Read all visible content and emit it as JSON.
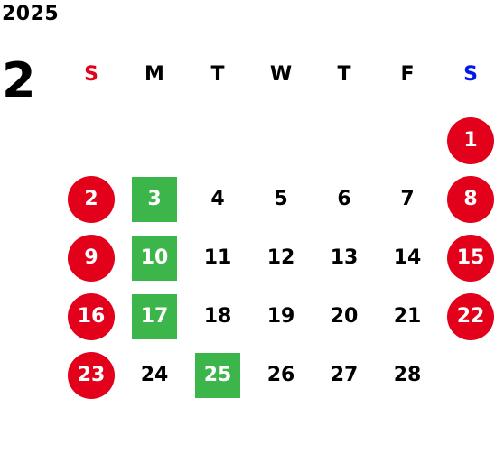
{
  "calendar": {
    "year": "2025",
    "month": "2",
    "weekdays": [
      "S",
      "M",
      "T",
      "W",
      "T",
      "F",
      "S"
    ],
    "colors": {
      "holiday": "#e3001b",
      "event": "#3cb54a",
      "saturday": "#0019e6"
    },
    "weeks": [
      [
        {
          "d": ""
        },
        {
          "d": ""
        },
        {
          "d": ""
        },
        {
          "d": ""
        },
        {
          "d": ""
        },
        {
          "d": ""
        },
        {
          "d": "1",
          "type": "holiday"
        }
      ],
      [
        {
          "d": "2",
          "type": "holiday"
        },
        {
          "d": "3",
          "type": "event"
        },
        {
          "d": "4"
        },
        {
          "d": "5"
        },
        {
          "d": "6"
        },
        {
          "d": "7"
        },
        {
          "d": "8",
          "type": "holiday"
        }
      ],
      [
        {
          "d": "9",
          "type": "holiday"
        },
        {
          "d": "10",
          "type": "event"
        },
        {
          "d": "11"
        },
        {
          "d": "12"
        },
        {
          "d": "13"
        },
        {
          "d": "14"
        },
        {
          "d": "15",
          "type": "holiday"
        }
      ],
      [
        {
          "d": "16",
          "type": "holiday"
        },
        {
          "d": "17",
          "type": "event"
        },
        {
          "d": "18"
        },
        {
          "d": "19"
        },
        {
          "d": "20"
        },
        {
          "d": "21"
        },
        {
          "d": "22",
          "type": "holiday"
        }
      ],
      [
        {
          "d": "23",
          "type": "holiday"
        },
        {
          "d": "24"
        },
        {
          "d": "25",
          "type": "event"
        },
        {
          "d": "26"
        },
        {
          "d": "27"
        },
        {
          "d": "28"
        },
        {
          "d": ""
        }
      ]
    ]
  }
}
